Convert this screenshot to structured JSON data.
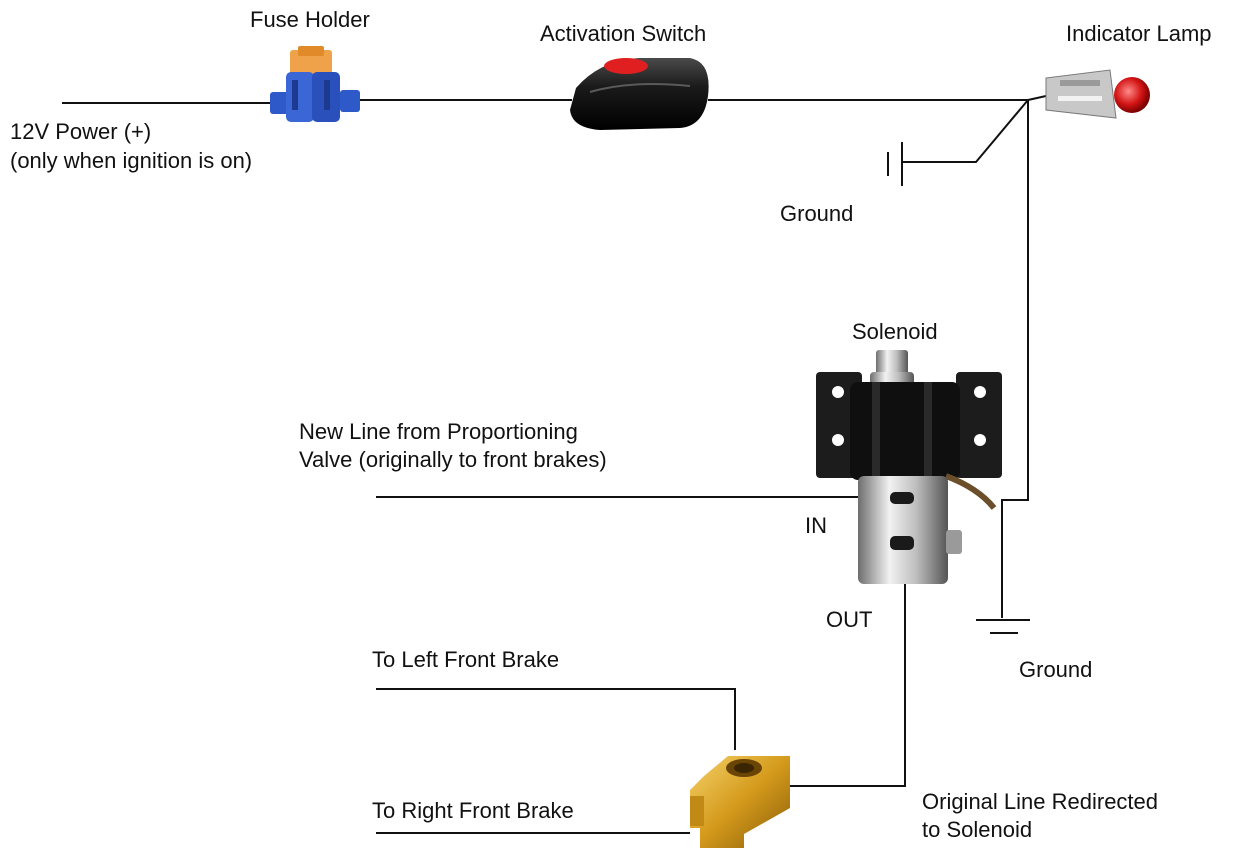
{
  "labels": {
    "fuse_holder": "Fuse Holder",
    "activation_switch": "Activation Switch",
    "indicator_lamp": "Indicator Lamp",
    "power_line1": "12V Power (+)",
    "power_line2": "(only when ignition is on)",
    "ground_top": "Ground",
    "solenoid": "Solenoid",
    "new_line1": "New Line from Proportioning",
    "new_line2": "Valve (originally to front brakes)",
    "in": "IN",
    "out": "OUT",
    "ground_bottom": "Ground",
    "left_brake": "To Left Front Brake",
    "right_brake": "To Right Front Brake",
    "original_line1": "Original Line Redirected",
    "original_line2": "to Solenoid"
  },
  "colors": {
    "wire": "#111111",
    "fuse_body": "#2e59c9",
    "fuse_blade": "#f0a24a",
    "switch_body": "#1a1a1a",
    "switch_button": "#e02020",
    "lamp_lens": "#d41515",
    "lamp_body": "#c8c8c8",
    "solenoid_coil": "#111111",
    "solenoid_bracket": "#1c1c1c",
    "solenoid_steel": "#c9c9c9",
    "brass_tee": "#d9a520"
  },
  "icons": [
    "fuse-holder-icon",
    "activation-switch-icon",
    "indicator-lamp-icon",
    "solenoid-valve-icon",
    "brass-tee-fitting-icon",
    "ground-symbol-icon"
  ]
}
